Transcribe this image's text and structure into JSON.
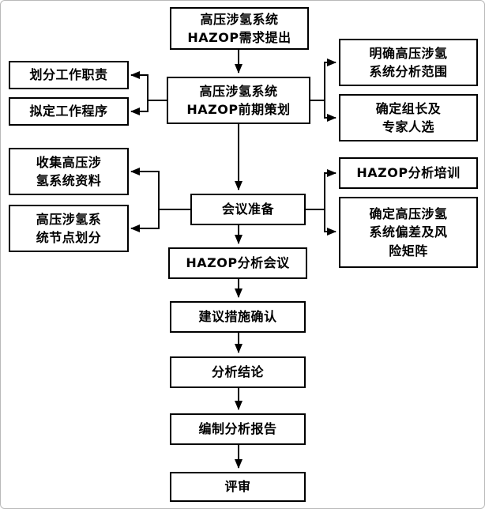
{
  "flowchart": {
    "center": {
      "requirement": "高压涉氢系统\nHAZOP需求提出",
      "planning": "高压涉氢系统\nHAZOP前期策划",
      "meeting_prep": "会议准备",
      "analysis_meeting": "HAZOP分析会议",
      "measures_confirm": "建议措施确认",
      "conclusion": "分析结论",
      "report": "编制分析报告",
      "review": "评审"
    },
    "left": {
      "duties": "划分工作职责",
      "procedures": "拟定工作程序",
      "collect_data": "收集高压涉\n氢系统资料",
      "node_division": "高压涉氢系\n统节点划分"
    },
    "right": {
      "scope": "明确高压涉氢\n系统分析范围",
      "leader_experts": "确定组长及\n专家人选",
      "training": "HAZOP分析培训",
      "deviation_matrix": "确定高压涉氢\n系统偏差及风\n险矩阵"
    },
    "line_color": "#000000"
  }
}
